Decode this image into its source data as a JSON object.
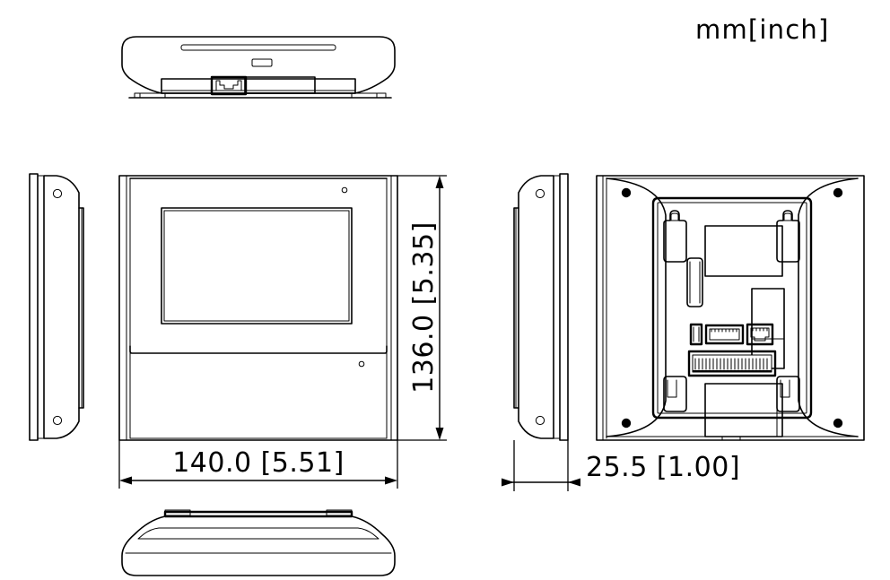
{
  "drawing": {
    "units_label": "mm[inch]",
    "background_color": "#ffffff",
    "line_color": "#000000",
    "dimensions": {
      "height": "136.0 [5.35]",
      "width": "140.0 [5.51]",
      "depth": "25.5 [1.00]"
    },
    "views": {
      "top": "top-view",
      "left_side": "left-side-view",
      "front": "front-view",
      "right_side": "right-side-view",
      "rear": "rear-view",
      "bottom": "bottom-view"
    }
  }
}
